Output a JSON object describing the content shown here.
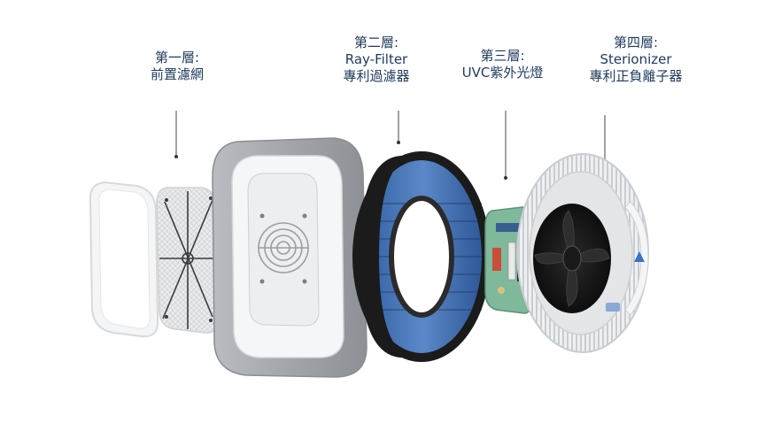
{
  "layers": [
    {
      "id": "layer1",
      "title": "第一層:",
      "subtitle": "",
      "desc": "前置濾網"
    },
    {
      "id": "layer2",
      "title": "第二層:",
      "subtitle": "Ray-Filter",
      "desc": "專利過濾器"
    },
    {
      "id": "layer3",
      "title": "第三層:",
      "subtitle": "UVC紫外光燈",
      "desc": ""
    },
    {
      "id": "layer4",
      "title": "第四層:",
      "subtitle": "Sterionizer",
      "desc": "專利正負離子器"
    }
  ],
  "colors": {
    "label_text": "#1f3a5c",
    "leader_line": "#444444",
    "felt": "#9fa2a6",
    "filter_ring": "#1c1c1c",
    "pleats": "#3f6fb4",
    "pcb": "#7fb89a",
    "housing": "#e6e8ea"
  }
}
